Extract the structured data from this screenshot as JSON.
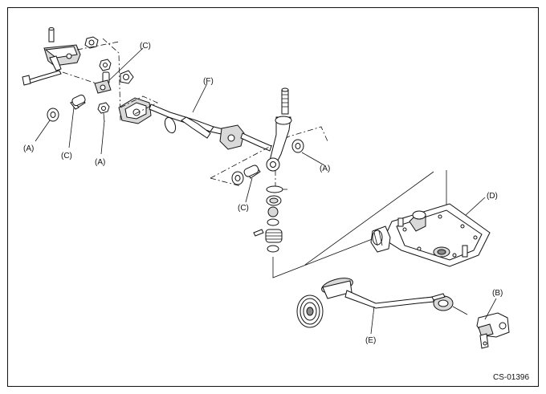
{
  "figure": {
    "figure_id": "CS-01396",
    "callouts": {
      "a_left": "(A)",
      "a_mid": "(A)",
      "a_right": "(A)",
      "b": "(B)",
      "c_top": "(C)",
      "c_left": "(C)",
      "c_mid": "(C)",
      "d": "(D)",
      "e": "(E)",
      "f": "(F)"
    }
  }
}
